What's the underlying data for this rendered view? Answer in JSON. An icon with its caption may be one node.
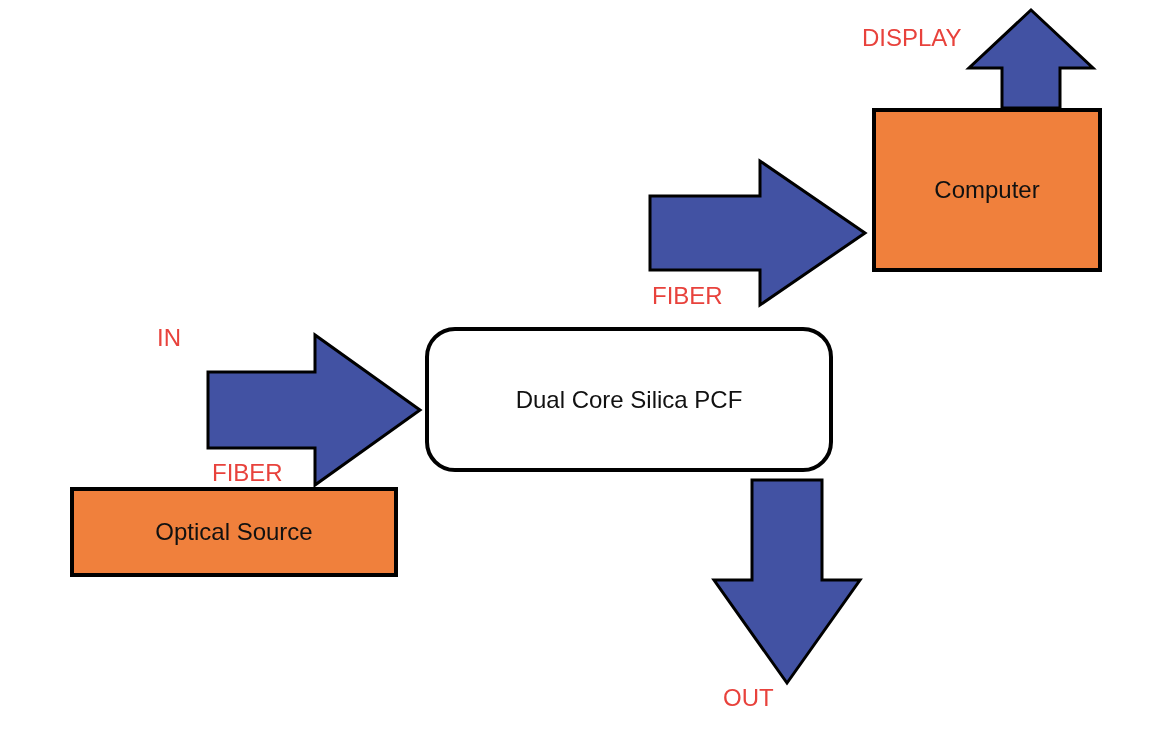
{
  "diagram": {
    "nodes": [
      {
        "text": [
          "Optical Source"
        ]
      },
      {
        "text": [
          "Dual Core Silica PCF"
        ]
      },
      {
        "text": [
          "Computer"
        ]
      }
    ],
    "edges": [
      {
        "from": null,
        "to": 1,
        "arrow": "to"
      },
      {
        "from": null,
        "to": 2,
        "arrow": "to"
      },
      {
        "from": 1,
        "to": null,
        "arrow": "to"
      },
      {
        "from": 2,
        "to": null,
        "arrow": "to"
      }
    ],
    "labels": [
      "DISPLAY",
      "FIBER",
      "IN",
      "FIBER",
      "OUT"
    ]
  }
}
